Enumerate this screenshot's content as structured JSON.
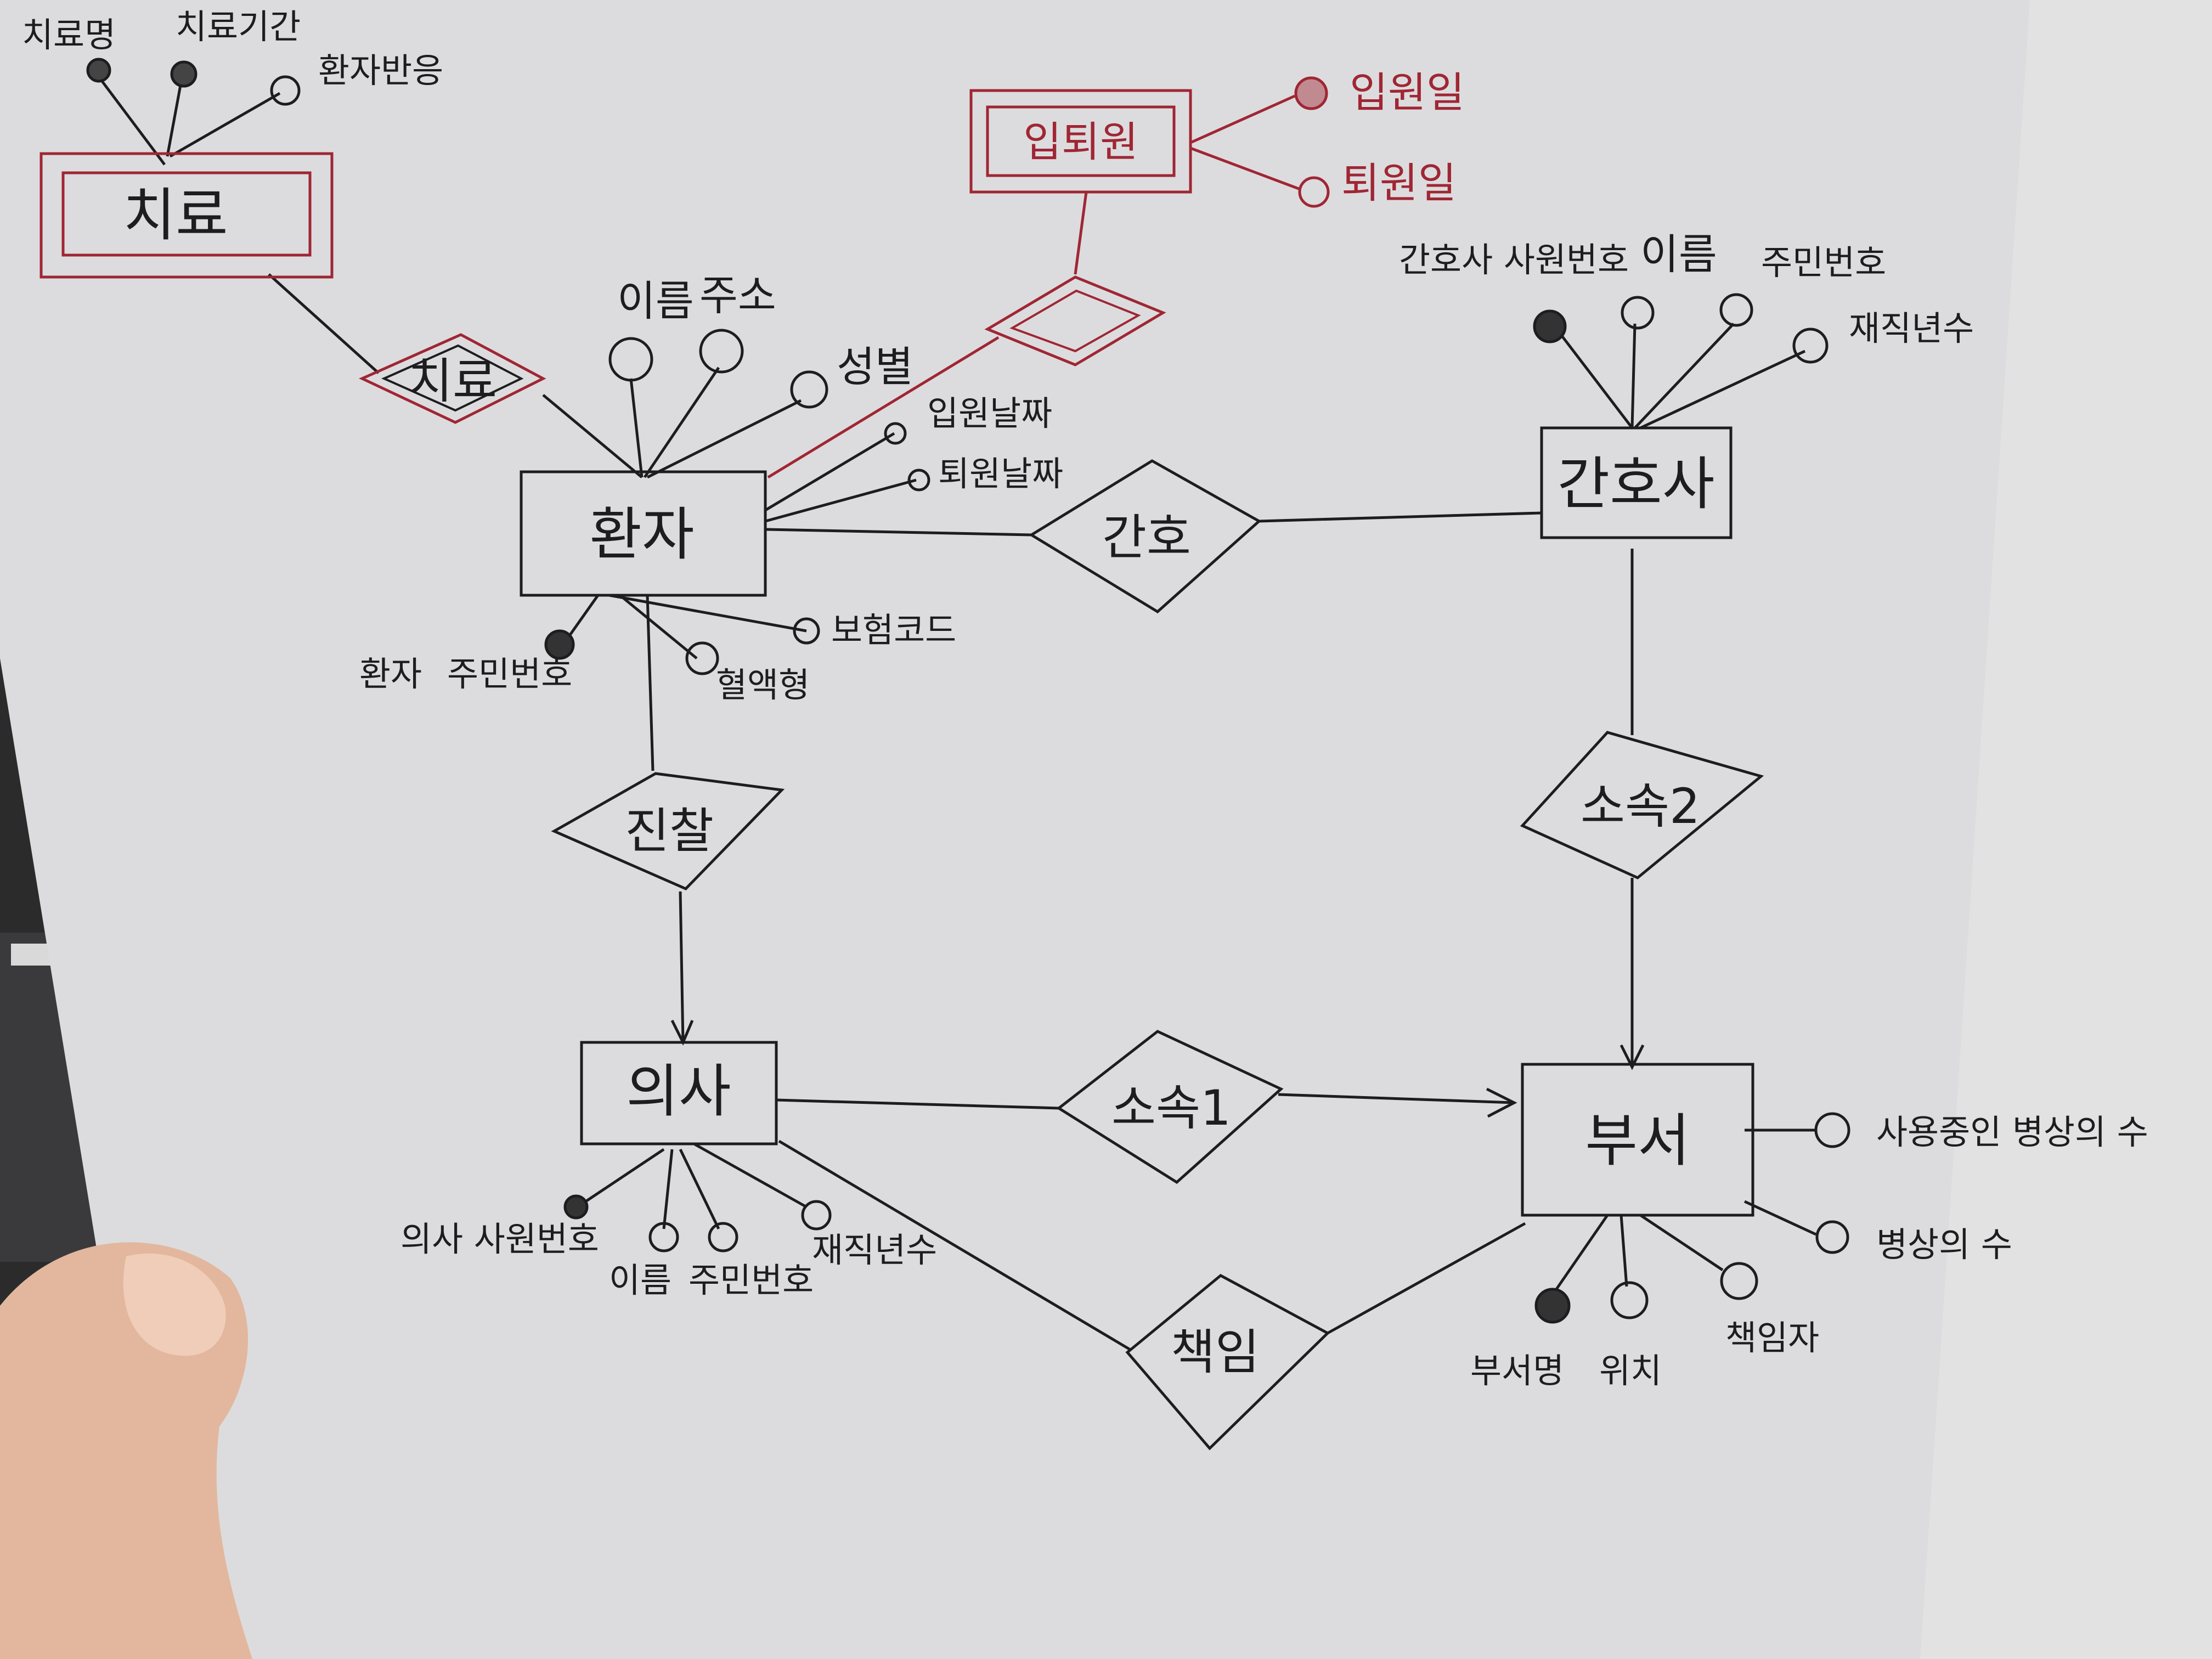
{
  "colors": {
    "ink": "#1d1d1f",
    "red_ink": "#a02634",
    "paper": "#dcdcde",
    "background": "#2b2b2c",
    "skin": "#e8c1a8"
  },
  "entities": {
    "treatment": "치료",
    "patient": "환자",
    "doctor": "의사",
    "nurse": "간호사",
    "department": "부서",
    "admission": "입퇴원"
  },
  "relationships": {
    "treats": "치료",
    "nursing": "간호",
    "examination": "진찰",
    "belongs1": "소속1",
    "belongs2": "소속2",
    "responsible": "책임"
  },
  "attributes": {
    "treatment": {
      "name": "치료명",
      "period": "치료기간",
      "reaction": "환자반응"
    },
    "admission": {
      "admit_date": "입원일",
      "discharge_date": "퇴원일"
    },
    "patient": {
      "name": "이름",
      "address": "주소",
      "gender": "성별",
      "admit_date": "입원날짜",
      "discharge_date": "퇴원날짜",
      "insurance_code": "보험코드",
      "blood_type": "혈액형",
      "rrn": "주민번호",
      "key_prefix": "환자"
    },
    "nurse": {
      "emp_no": "간호사 사원번호",
      "name": "이름",
      "rrn": "주민번호",
      "years": "재직년수"
    },
    "doctor": {
      "emp_no": "의사 사원번호",
      "name": "이름",
      "rrn": "주민번호",
      "years": "재직년수"
    },
    "department": {
      "beds_in_use": "사용중인 병상의 수",
      "beds": "병상의 수",
      "name": "부서명",
      "location": "위치",
      "head": "책임자"
    }
  }
}
